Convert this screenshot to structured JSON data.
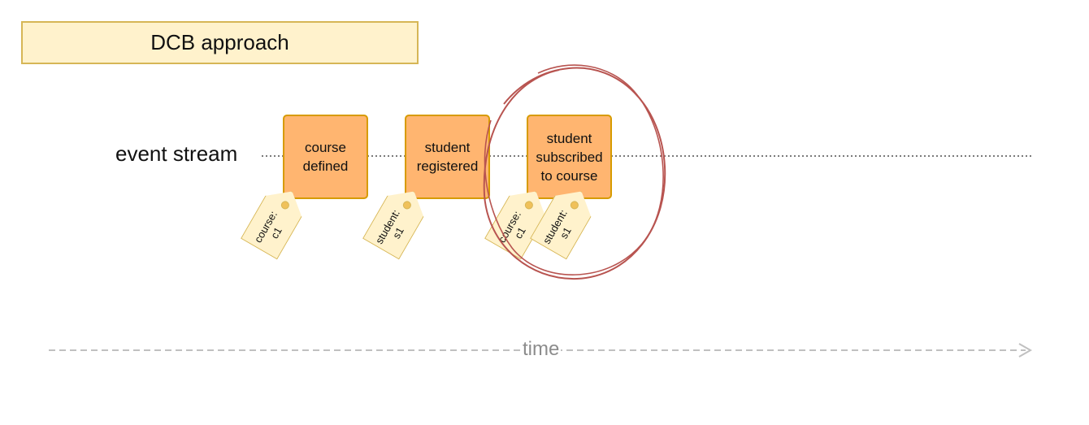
{
  "title": "DCB approach",
  "stream_label": "event stream",
  "time_label": "time",
  "events": [
    {
      "id": "course-defined",
      "label": "course\ndefined"
    },
    {
      "id": "student-registered",
      "label": "student\nregistered"
    },
    {
      "id": "student-subscribed",
      "label": "student\nsubscribed\nto course"
    }
  ],
  "tags": [
    {
      "event": "course-defined",
      "label": "course:\nc1"
    },
    {
      "event": "student-registered",
      "label": "student:\ns1"
    },
    {
      "event": "student-subscribed",
      "label": "course:\nc1"
    },
    {
      "event": "student-subscribed",
      "label": "student:\ns1"
    }
  ],
  "colors": {
    "event_fill": "#ffb570",
    "event_stroke": "#d79b00",
    "tag_fill": "#fff2cc",
    "tag_stroke": "#d6b656",
    "highlight_circle": "#b85450",
    "time_axis": "#c0c0c0"
  }
}
